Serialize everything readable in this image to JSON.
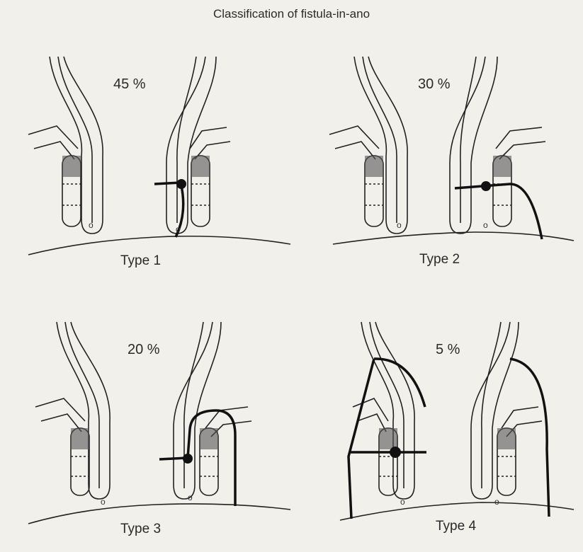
{
  "title": "Classification of fistula-in-ano",
  "panels": [
    {
      "percent": "45 %",
      "label": "Type 1"
    },
    {
      "percent": "30 %",
      "label": "Type 2"
    },
    {
      "percent": "20 %",
      "label": "Type 3"
    },
    {
      "percent": "5 %",
      "label": "Type 4"
    }
  ],
  "colors": {
    "ink": "#222222",
    "background": "#f2f0eb"
  }
}
